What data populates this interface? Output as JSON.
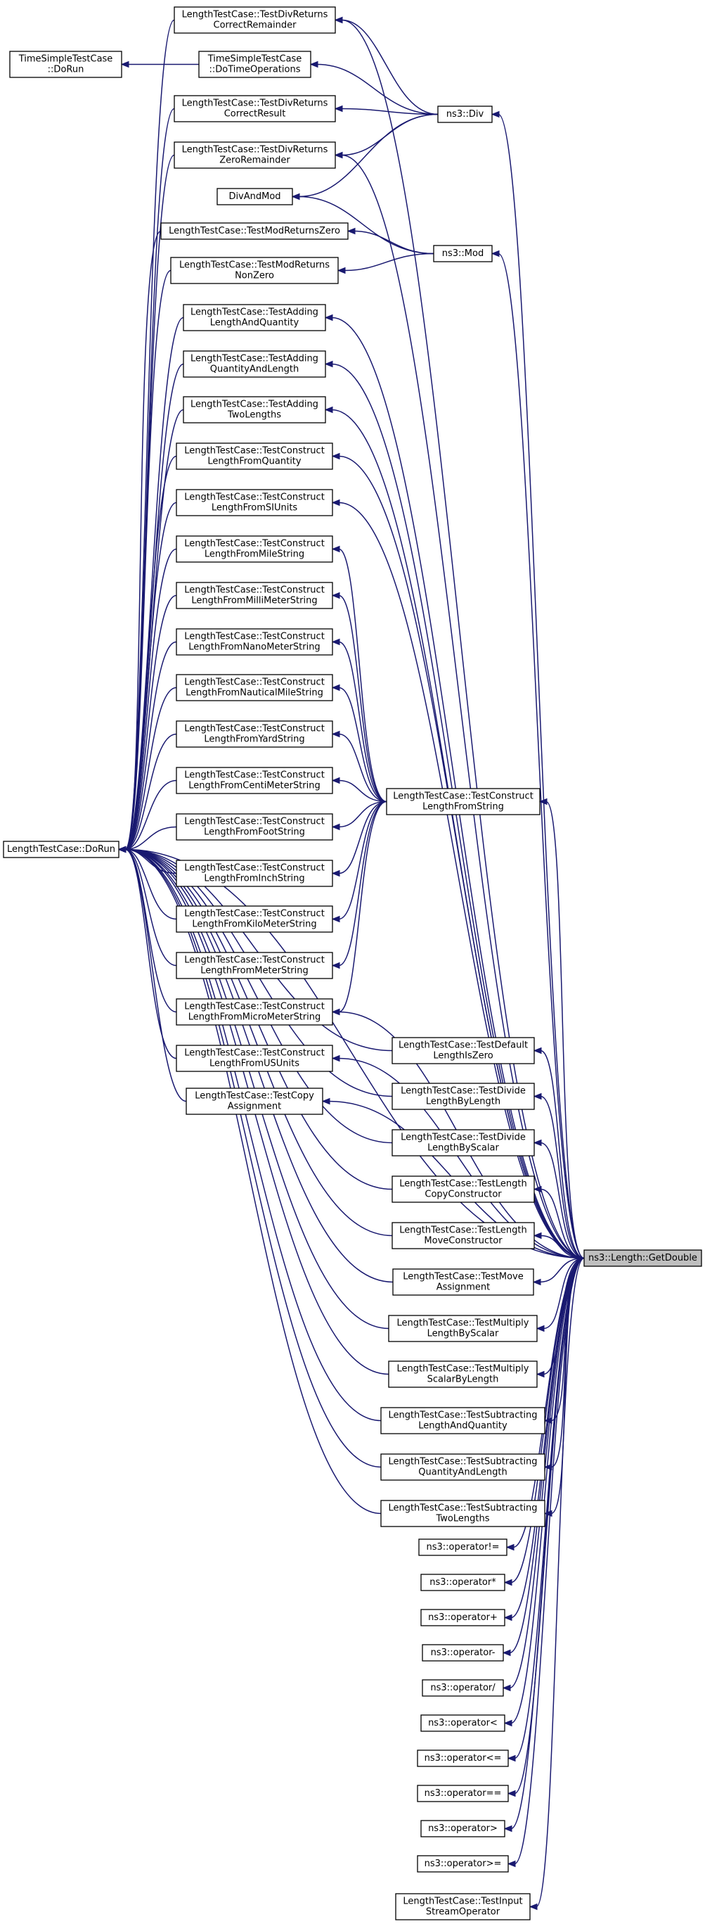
{
  "focus_node": [
    "ns3::Length::GetDouble"
  ],
  "nodes": {
    "div_correct_remainder": [
      "LengthTestCase::TestDivReturns",
      "CorrectRemainder"
    ],
    "time_dorun": [
      "TimeSimpleTestCase",
      "::DoRun"
    ],
    "time_dotimeops": [
      "TimeSimpleTestCase",
      "::DoTimeOperations"
    ],
    "div_correct_result": [
      "LengthTestCase::TestDivReturns",
      "CorrectResult"
    ],
    "div_zero_remainder": [
      "LengthTestCase::TestDivReturns",
      "ZeroRemainder"
    ],
    "ns3_div": [
      "ns3::Div"
    ],
    "div_and_mod": [
      "DivAndMod"
    ],
    "mod_returns_zero": [
      "LengthTestCase::TestModReturnsZero"
    ],
    "ns3_mod": [
      "ns3::Mod"
    ],
    "mod_returns_nonzero": [
      "LengthTestCase::TestModReturns",
      "NonZero"
    ],
    "adding_length_quantity": [
      "LengthTestCase::TestAdding",
      "LengthAndQuantity"
    ],
    "adding_quantity_length": [
      "LengthTestCase::TestAdding",
      "QuantityAndLength"
    ],
    "adding_two_lengths": [
      "LengthTestCase::TestAdding",
      "TwoLengths"
    ],
    "construct_from_quantity": [
      "LengthTestCase::TestConstruct",
      "LengthFromQuantity"
    ],
    "construct_from_si_units": [
      "LengthTestCase::TestConstruct",
      "LengthFromSIUnits"
    ],
    "construct_from_mile_string": [
      "LengthTestCase::TestConstruct",
      "LengthFromMileString"
    ],
    "construct_from_millimeter_string": [
      "LengthTestCase::TestConstruct",
      "LengthFromMilliMeterString"
    ],
    "construct_from_nanometer_string": [
      "LengthTestCase::TestConstruct",
      "LengthFromNanoMeterString"
    ],
    "construct_from_nautical_mile_string": [
      "LengthTestCase::TestConstruct",
      "LengthFromNauticalMileString"
    ],
    "construct_from_yard_string": [
      "LengthTestCase::TestConstruct",
      "LengthFromYardString"
    ],
    "construct_from_centimeter_string": [
      "LengthTestCase::TestConstruct",
      "LengthFromCentiMeterString"
    ],
    "construct_from_string": [
      "LengthTestCase::TestConstruct",
      "LengthFromString"
    ],
    "length_dorun": [
      "LengthTestCase::DoRun"
    ],
    "construct_from_foot_string": [
      "LengthTestCase::TestConstruct",
      "LengthFromFootString"
    ],
    "construct_from_inch_string": [
      "LengthTestCase::TestConstruct",
      "LengthFromInchString"
    ],
    "construct_from_kilometer_string": [
      "LengthTestCase::TestConstruct",
      "LengthFromKiloMeterString"
    ],
    "construct_from_meter_string": [
      "LengthTestCase::TestConstruct",
      "LengthFromMeterString"
    ],
    "construct_from_micrometer_string": [
      "LengthTestCase::TestConstruct",
      "LengthFromMicroMeterString"
    ],
    "construct_from_us_units": [
      "LengthTestCase::TestConstruct",
      "LengthFromUSUnits"
    ],
    "default_length_is_zero": [
      "LengthTestCase::TestDefault",
      "LengthIsZero"
    ],
    "copy_assignment": [
      "LengthTestCase::TestCopy",
      "Assignment"
    ],
    "divide_length_by_length": [
      "LengthTestCase::TestDivide",
      "LengthByLength"
    ],
    "divide_length_by_scalar": [
      "LengthTestCase::TestDivide",
      "LengthByScalar"
    ],
    "length_copy_constructor": [
      "LengthTestCase::TestLength",
      "CopyConstructor"
    ],
    "length_move_constructor": [
      "LengthTestCase::TestLength",
      "MoveConstructor"
    ],
    "move_assignment": [
      "LengthTestCase::TestMove",
      "Assignment"
    ],
    "multiply_length_by_scalar": [
      "LengthTestCase::TestMultiply",
      "LengthByScalar"
    ],
    "multiply_scalar_by_length": [
      "LengthTestCase::TestMultiply",
      "ScalarByLength"
    ],
    "subtracting_length_quantity": [
      "LengthTestCase::TestSubtracting",
      "LengthAndQuantity"
    ],
    "subtracting_quantity_length": [
      "LengthTestCase::TestSubtracting",
      "QuantityAndLength"
    ],
    "subtracting_two_lengths": [
      "LengthTestCase::TestSubtracting",
      "TwoLengths"
    ],
    "op_not_equal": [
      "ns3::operator!="
    ],
    "op_multiply": [
      "ns3::operator*"
    ],
    "op_plus": [
      "ns3::operator+"
    ],
    "op_minus": [
      "ns3::operator-"
    ],
    "op_divide": [
      "ns3::operator/"
    ],
    "op_less": [
      "ns3::operator<"
    ],
    "op_less_equal": [
      "ns3::operator<="
    ],
    "op_equal": [
      "ns3::operator=="
    ],
    "op_greater": [
      "ns3::operator>"
    ],
    "op_greater_equal": [
      "ns3::operator>="
    ],
    "input_stream_operator": [
      "LengthTestCase::TestInput",
      "StreamOperator"
    ]
  },
  "edges": [
    [
      "time_dorun",
      "time_dotimeops"
    ],
    [
      "div_correct_remainder",
      "ns3_div"
    ],
    [
      "time_dotimeops",
      "ns3_div"
    ],
    [
      "div_correct_result",
      "ns3_div"
    ],
    [
      "div_zero_remainder",
      "ns3_div"
    ],
    [
      "div_and_mod",
      "ns3_div"
    ],
    [
      "div_and_mod",
      "ns3_mod"
    ],
    [
      "mod_returns_zero",
      "ns3_mod"
    ],
    [
      "mod_returns_nonzero",
      "ns3_mod"
    ],
    [
      "construct_from_mile_string",
      "construct_from_string"
    ],
    [
      "construct_from_millimeter_string",
      "construct_from_string"
    ],
    [
      "construct_from_nanometer_string",
      "construct_from_string"
    ],
    [
      "construct_from_nautical_mile_string",
      "construct_from_string"
    ],
    [
      "construct_from_yard_string",
      "construct_from_string"
    ],
    [
      "construct_from_centimeter_string",
      "construct_from_string"
    ],
    [
      "construct_from_foot_string",
      "construct_from_string"
    ],
    [
      "construct_from_inch_string",
      "construct_from_string"
    ],
    [
      "construct_from_kilometer_string",
      "construct_from_string"
    ],
    [
      "construct_from_meter_string",
      "construct_from_string"
    ],
    [
      "construct_from_micrometer_string",
      "construct_from_string"
    ],
    [
      "length_dorun",
      "div_correct_remainder"
    ],
    [
      "length_dorun",
      "div_correct_result"
    ],
    [
      "length_dorun",
      "div_zero_remainder"
    ],
    [
      "length_dorun",
      "mod_returns_zero"
    ],
    [
      "length_dorun",
      "mod_returns_nonzero"
    ],
    [
      "length_dorun",
      "adding_length_quantity"
    ],
    [
      "length_dorun",
      "adding_quantity_length"
    ],
    [
      "length_dorun",
      "adding_two_lengths"
    ],
    [
      "length_dorun",
      "construct_from_quantity"
    ],
    [
      "length_dorun",
      "construct_from_si_units"
    ],
    [
      "length_dorun",
      "construct_from_mile_string"
    ],
    [
      "length_dorun",
      "construct_from_millimeter_string"
    ],
    [
      "length_dorun",
      "construct_from_nanometer_string"
    ],
    [
      "length_dorun",
      "construct_from_nautical_mile_string"
    ],
    [
      "length_dorun",
      "construct_from_yard_string"
    ],
    [
      "length_dorun",
      "construct_from_centimeter_string"
    ],
    [
      "length_dorun",
      "construct_from_foot_string"
    ],
    [
      "length_dorun",
      "construct_from_inch_string"
    ],
    [
      "length_dorun",
      "construct_from_kilometer_string"
    ],
    [
      "length_dorun",
      "construct_from_meter_string"
    ],
    [
      "length_dorun",
      "construct_from_micrometer_string"
    ],
    [
      "length_dorun",
      "construct_from_us_units"
    ],
    [
      "length_dorun",
      "copy_assignment"
    ],
    [
      "length_dorun",
      "default_length_is_zero"
    ],
    [
      "length_dorun",
      "divide_length_by_length"
    ],
    [
      "length_dorun",
      "divide_length_by_scalar"
    ],
    [
      "length_dorun",
      "length_copy_constructor"
    ],
    [
      "length_dorun",
      "length_move_constructor"
    ],
    [
      "length_dorun",
      "move_assignment"
    ],
    [
      "length_dorun",
      "multiply_length_by_scalar"
    ],
    [
      "length_dorun",
      "multiply_scalar_by_length"
    ],
    [
      "length_dorun",
      "subtracting_length_quantity"
    ],
    [
      "length_dorun",
      "subtracting_quantity_length"
    ],
    [
      "length_dorun",
      "subtracting_two_lengths"
    ],
    [
      "length_dorun",
      "focus"
    ],
    [
      "div_correct_remainder",
      "focus"
    ],
    [
      "ns3_div",
      "focus"
    ],
    [
      "div_zero_remainder",
      "focus"
    ],
    [
      "ns3_mod",
      "focus"
    ],
    [
      "adding_length_quantity",
      "focus"
    ],
    [
      "adding_quantity_length",
      "focus"
    ],
    [
      "adding_two_lengths",
      "focus"
    ],
    [
      "construct_from_quantity",
      "focus"
    ],
    [
      "construct_from_si_units",
      "focus"
    ],
    [
      "construct_from_string",
      "focus"
    ],
    [
      "construct_from_micrometer_string",
      "focus"
    ],
    [
      "construct_from_us_units",
      "focus"
    ],
    [
      "copy_assignment",
      "focus"
    ],
    [
      "default_length_is_zero",
      "focus"
    ],
    [
      "divide_length_by_length",
      "focus"
    ],
    [
      "divide_length_by_scalar",
      "focus"
    ],
    [
      "length_copy_constructor",
      "focus"
    ],
    [
      "length_move_constructor",
      "focus"
    ],
    [
      "move_assignment",
      "focus"
    ],
    [
      "multiply_length_by_scalar",
      "focus"
    ],
    [
      "multiply_scalar_by_length",
      "focus"
    ],
    [
      "subtracting_length_quantity",
      "focus"
    ],
    [
      "subtracting_quantity_length",
      "focus"
    ],
    [
      "subtracting_two_lengths",
      "focus"
    ],
    [
      "op_not_equal",
      "focus"
    ],
    [
      "op_multiply",
      "focus"
    ],
    [
      "op_plus",
      "focus"
    ],
    [
      "op_minus",
      "focus"
    ],
    [
      "op_divide",
      "focus"
    ],
    [
      "op_less",
      "focus"
    ],
    [
      "op_less_equal",
      "focus"
    ],
    [
      "op_equal",
      "focus"
    ],
    [
      "op_greater",
      "focus"
    ],
    [
      "op_greater_equal",
      "focus"
    ],
    [
      "input_stream_operator",
      "focus"
    ]
  ]
}
